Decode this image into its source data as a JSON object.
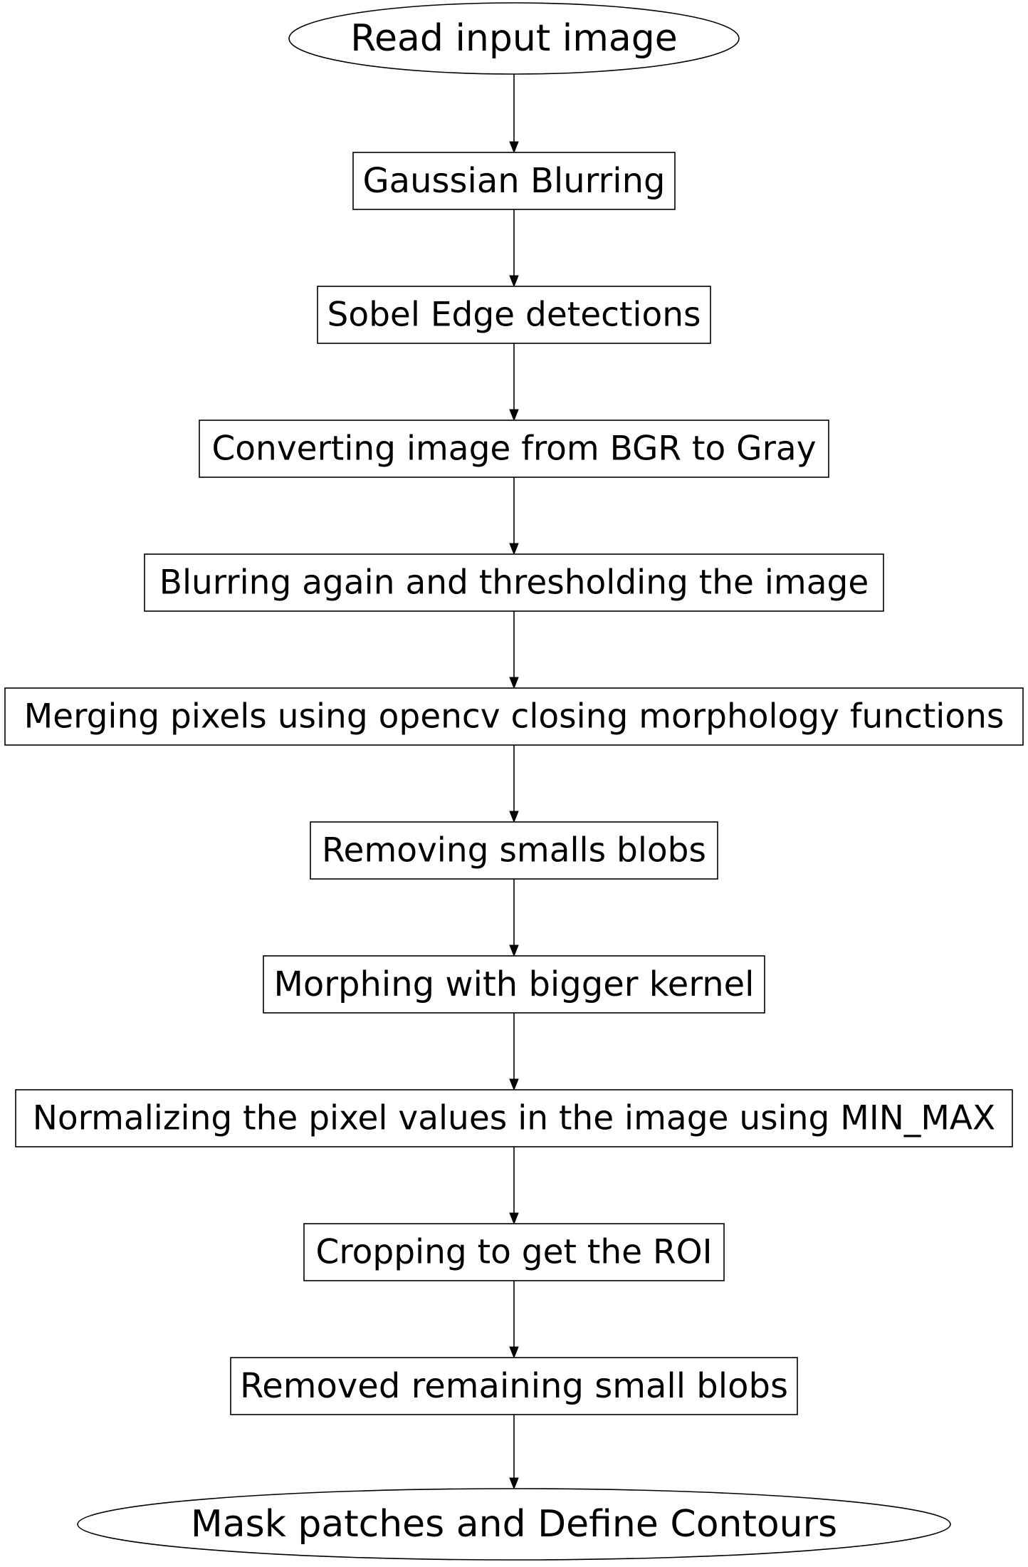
{
  "flowchart": {
    "nodes": [
      {
        "id": "n0",
        "shape": "ellipse",
        "label": "Read input image"
      },
      {
        "id": "n1",
        "shape": "rect",
        "label": "Gaussian Blurring"
      },
      {
        "id": "n2",
        "shape": "rect",
        "label": "Sobel Edge detections"
      },
      {
        "id": "n3",
        "shape": "rect",
        "label": "Converting image from BGR to Gray"
      },
      {
        "id": "n4",
        "shape": "rect",
        "label": "Blurring again and thresholding the image"
      },
      {
        "id": "n5",
        "shape": "rect",
        "label": "Merging pixels using opencv closing morphology functions"
      },
      {
        "id": "n6",
        "shape": "rect",
        "label": "Removing smalls blobs"
      },
      {
        "id": "n7",
        "shape": "rect",
        "label": "Morphing with bigger kernel"
      },
      {
        "id": "n8",
        "shape": "rect",
        "label": "Normalizing the pixel values in the image using MIN_MAX"
      },
      {
        "id": "n9",
        "shape": "rect",
        "label": "Cropping to get the ROI"
      },
      {
        "id": "n10",
        "shape": "rect",
        "label": "Removed remaining small blobs"
      },
      {
        "id": "n11",
        "shape": "ellipse",
        "label": "Mask patches and Define Contours"
      }
    ],
    "edges": [
      {
        "from": "n0",
        "to": "n1"
      },
      {
        "from": "n1",
        "to": "n2"
      },
      {
        "from": "n2",
        "to": "n3"
      },
      {
        "from": "n3",
        "to": "n4"
      },
      {
        "from": "n4",
        "to": "n5"
      },
      {
        "from": "n5",
        "to": "n6"
      },
      {
        "from": "n6",
        "to": "n7"
      },
      {
        "from": "n7",
        "to": "n8"
      },
      {
        "from": "n8",
        "to": "n9"
      },
      {
        "from": "n9",
        "to": "n10"
      },
      {
        "from": "n10",
        "to": "n11"
      }
    ]
  }
}
